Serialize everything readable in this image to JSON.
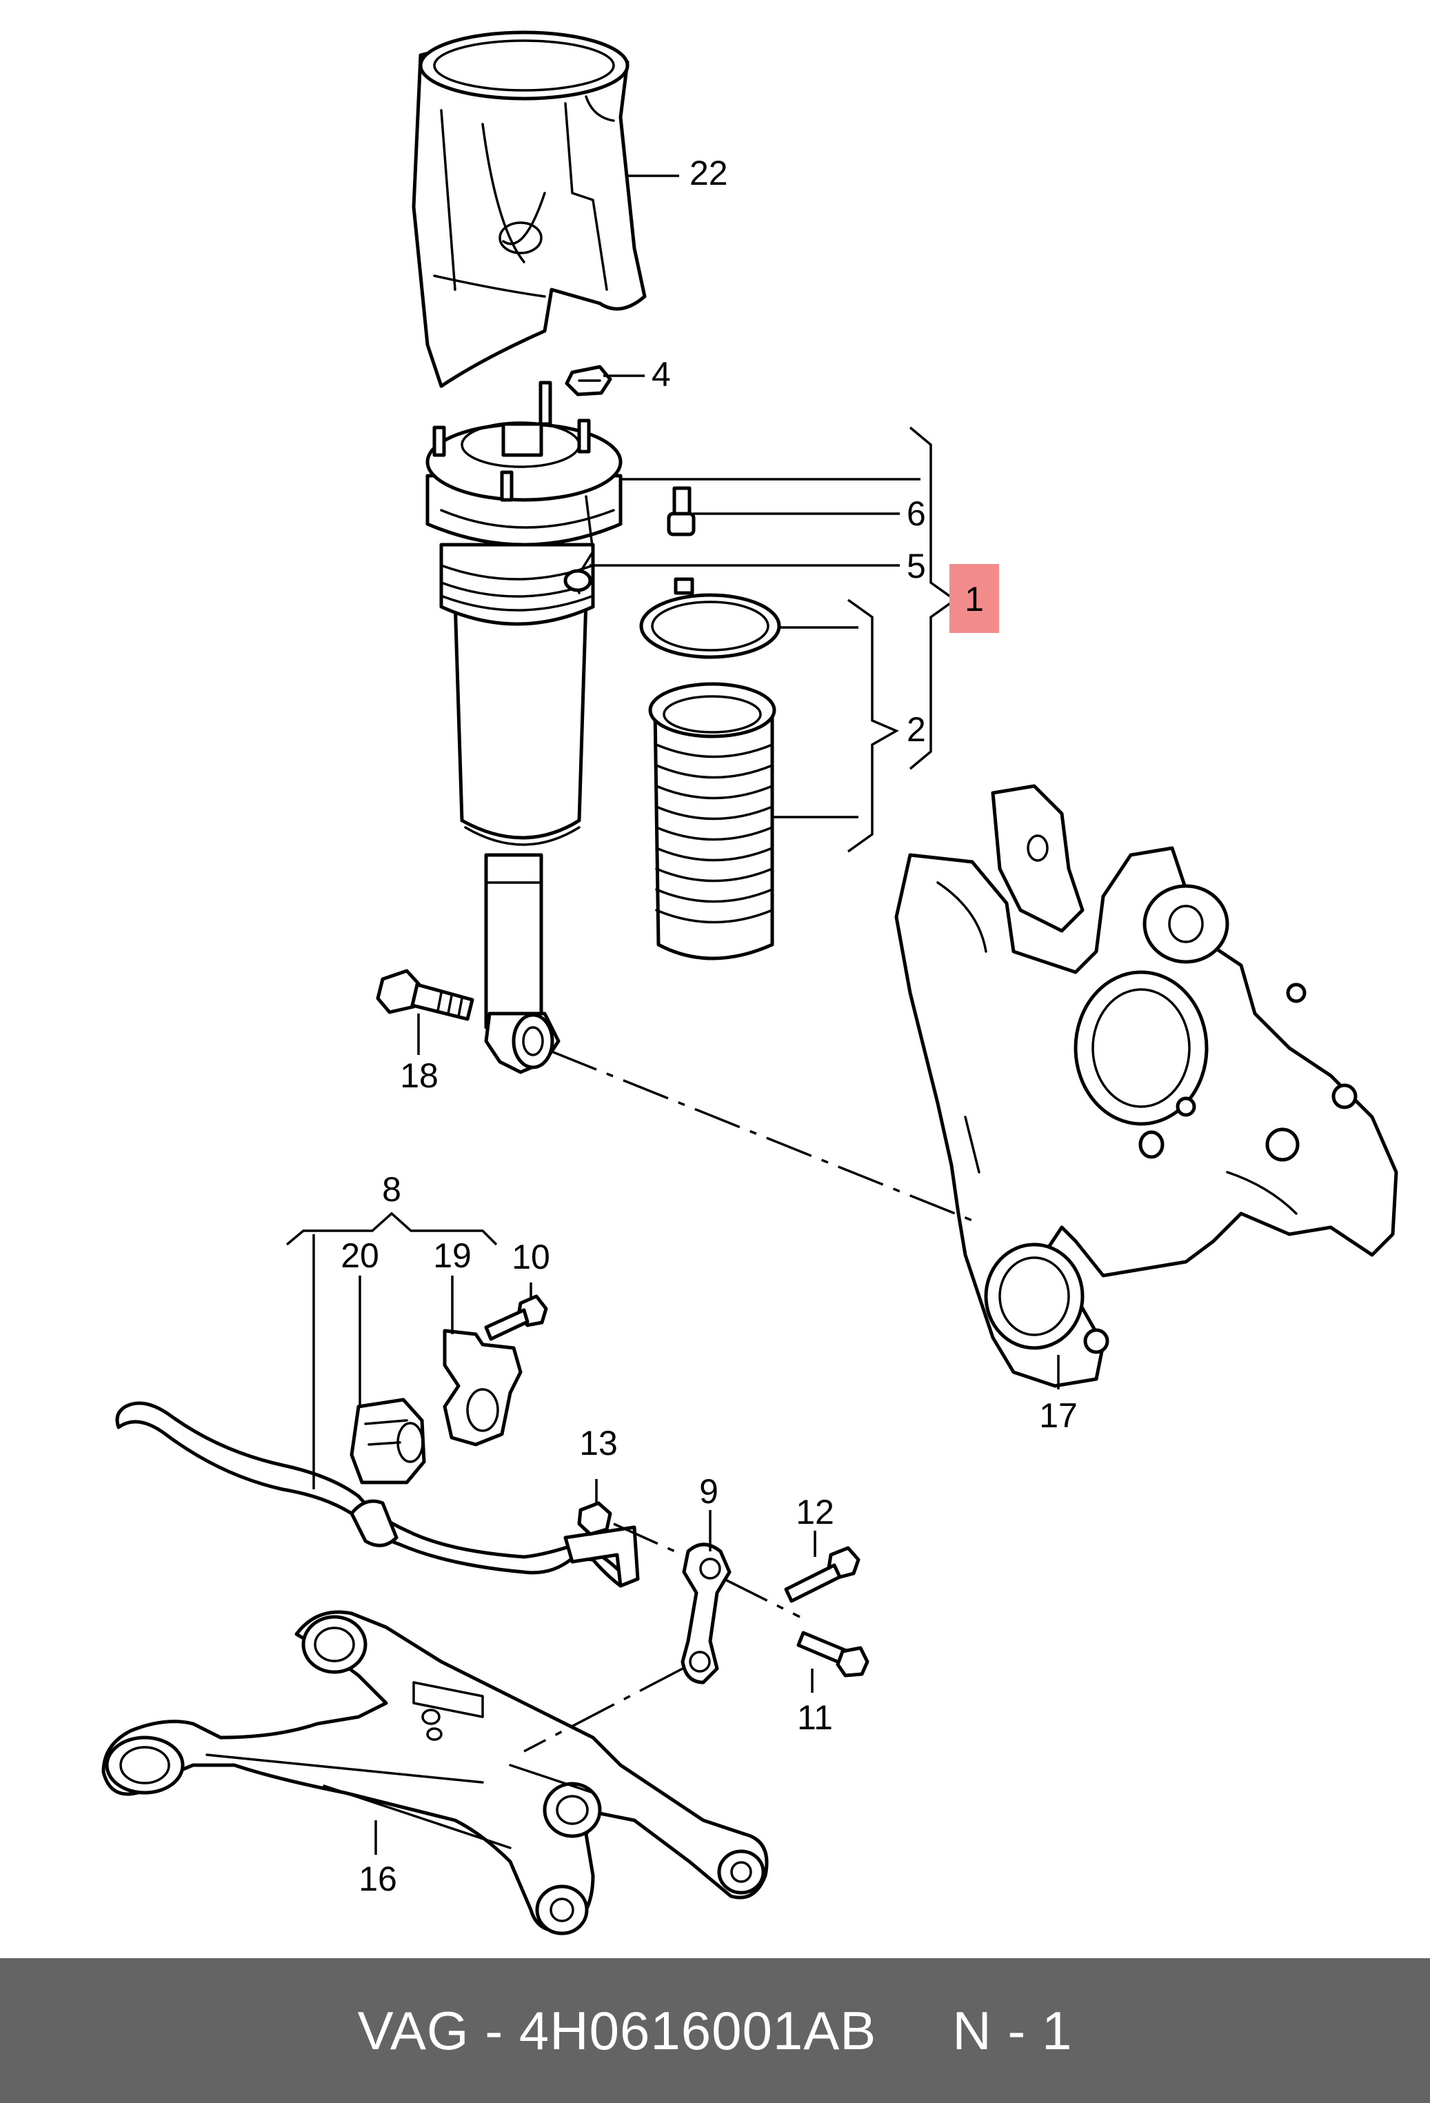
{
  "callouts": {
    "c1": "1",
    "c2": "2",
    "c4": "4",
    "c5": "5",
    "c6": "6",
    "c8": "8",
    "c9": "9",
    "c10": "10",
    "c11": "11",
    "c12": "12",
    "c13": "13",
    "c16": "16",
    "c17": "17",
    "c18": "18",
    "c19": "19",
    "c20": "20",
    "c22": "22"
  },
  "highlight": {
    "callout": "1",
    "color": "#f28b8b"
  },
  "footer": {
    "part_number": "VAG - 4H0616001AB",
    "position": "N - 1",
    "background": "#646464",
    "text_color": "#ffffff"
  }
}
